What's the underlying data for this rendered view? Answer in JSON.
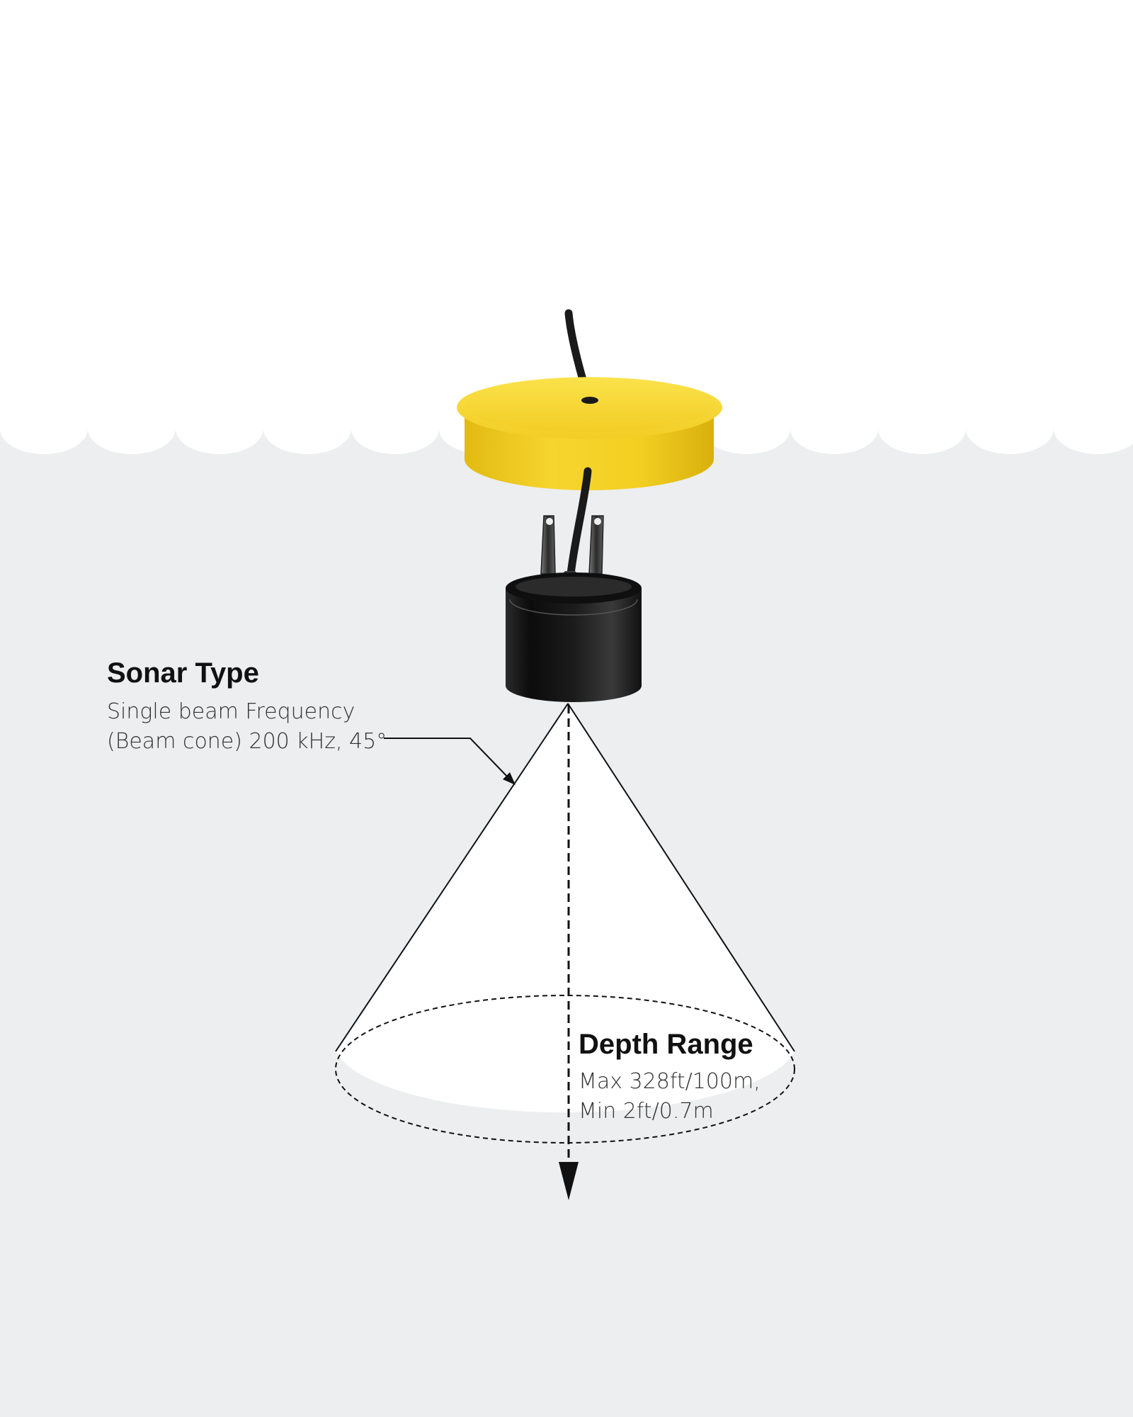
{
  "sonar_type": {
    "title": "Sonar Type",
    "line1": "Single beam Frequency",
    "line2": "(Beam cone) 200 kHz, 45°"
  },
  "depth_range": {
    "title": "Depth Range",
    "line1": "Max 328ft/100m,",
    "line2": "Min 2ft/0.7m"
  },
  "colors": {
    "sky": "#ffffff",
    "water": "#eceeef",
    "float": "#f5d32c",
    "transducer": "#151515",
    "cone": "#ffffff",
    "line": "#111111"
  },
  "icons": [
    "sonar-float-icon",
    "transducer-icon",
    "cable-icon",
    "sonar-beam-cone",
    "depth-arrow-icon"
  ]
}
